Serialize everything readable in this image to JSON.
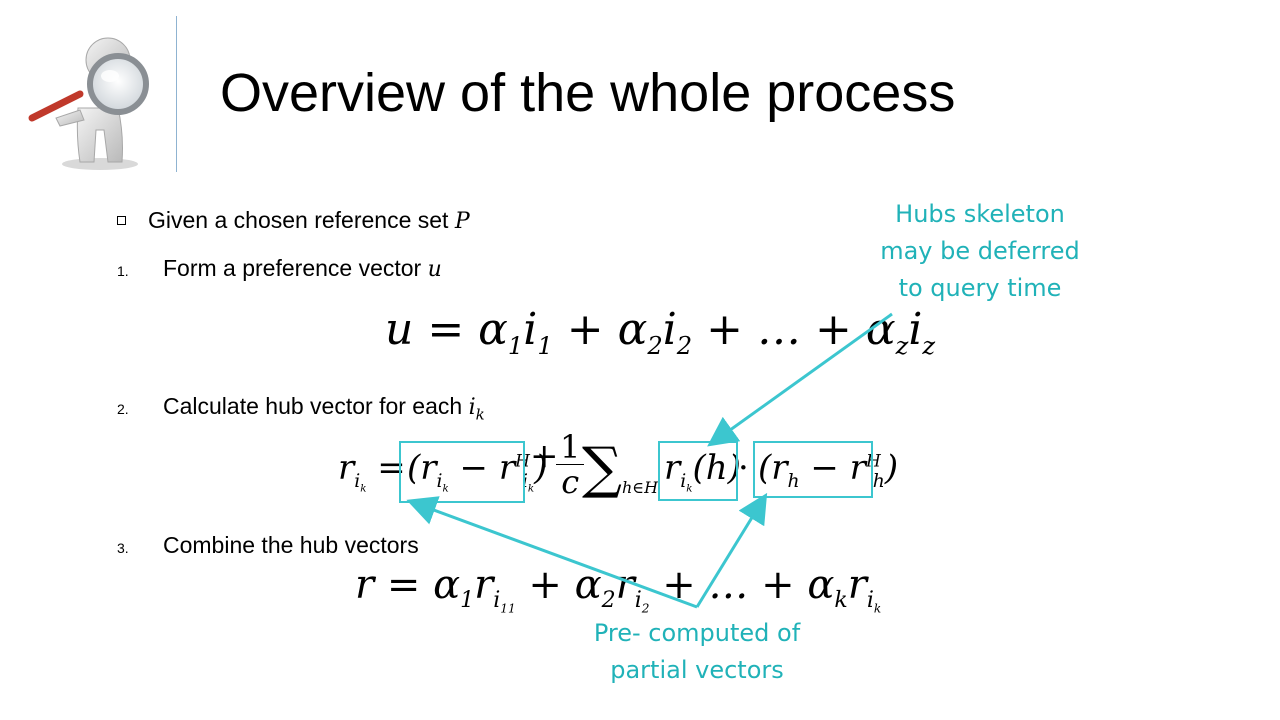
{
  "slide": {
    "title": "Overview of the whole process"
  },
  "items": {
    "intro": {
      "text": "Given a chosen reference set ",
      "var": "P"
    },
    "step1": {
      "num": "1.",
      "text": "Form a preference vector ",
      "var": "u"
    },
    "step2": {
      "num": "2.",
      "text": "Calculate hub vector for each ",
      "var": "i",
      "var_sub": "k"
    },
    "step3": {
      "num": "3.",
      "text": "Combine the hub vectors"
    }
  },
  "notes": {
    "hubs_line1": "Hubs skeleton",
    "hubs_line2": "may be deferred",
    "hubs_line3": "to query time",
    "pre_line1": "Pre- computed of",
    "pre_line2": "partial vectors"
  },
  "colors": {
    "accent": "#3cc6cf",
    "note_text": "#20b2b8"
  },
  "icons": {
    "clipart": "figure-with-magnifier"
  }
}
